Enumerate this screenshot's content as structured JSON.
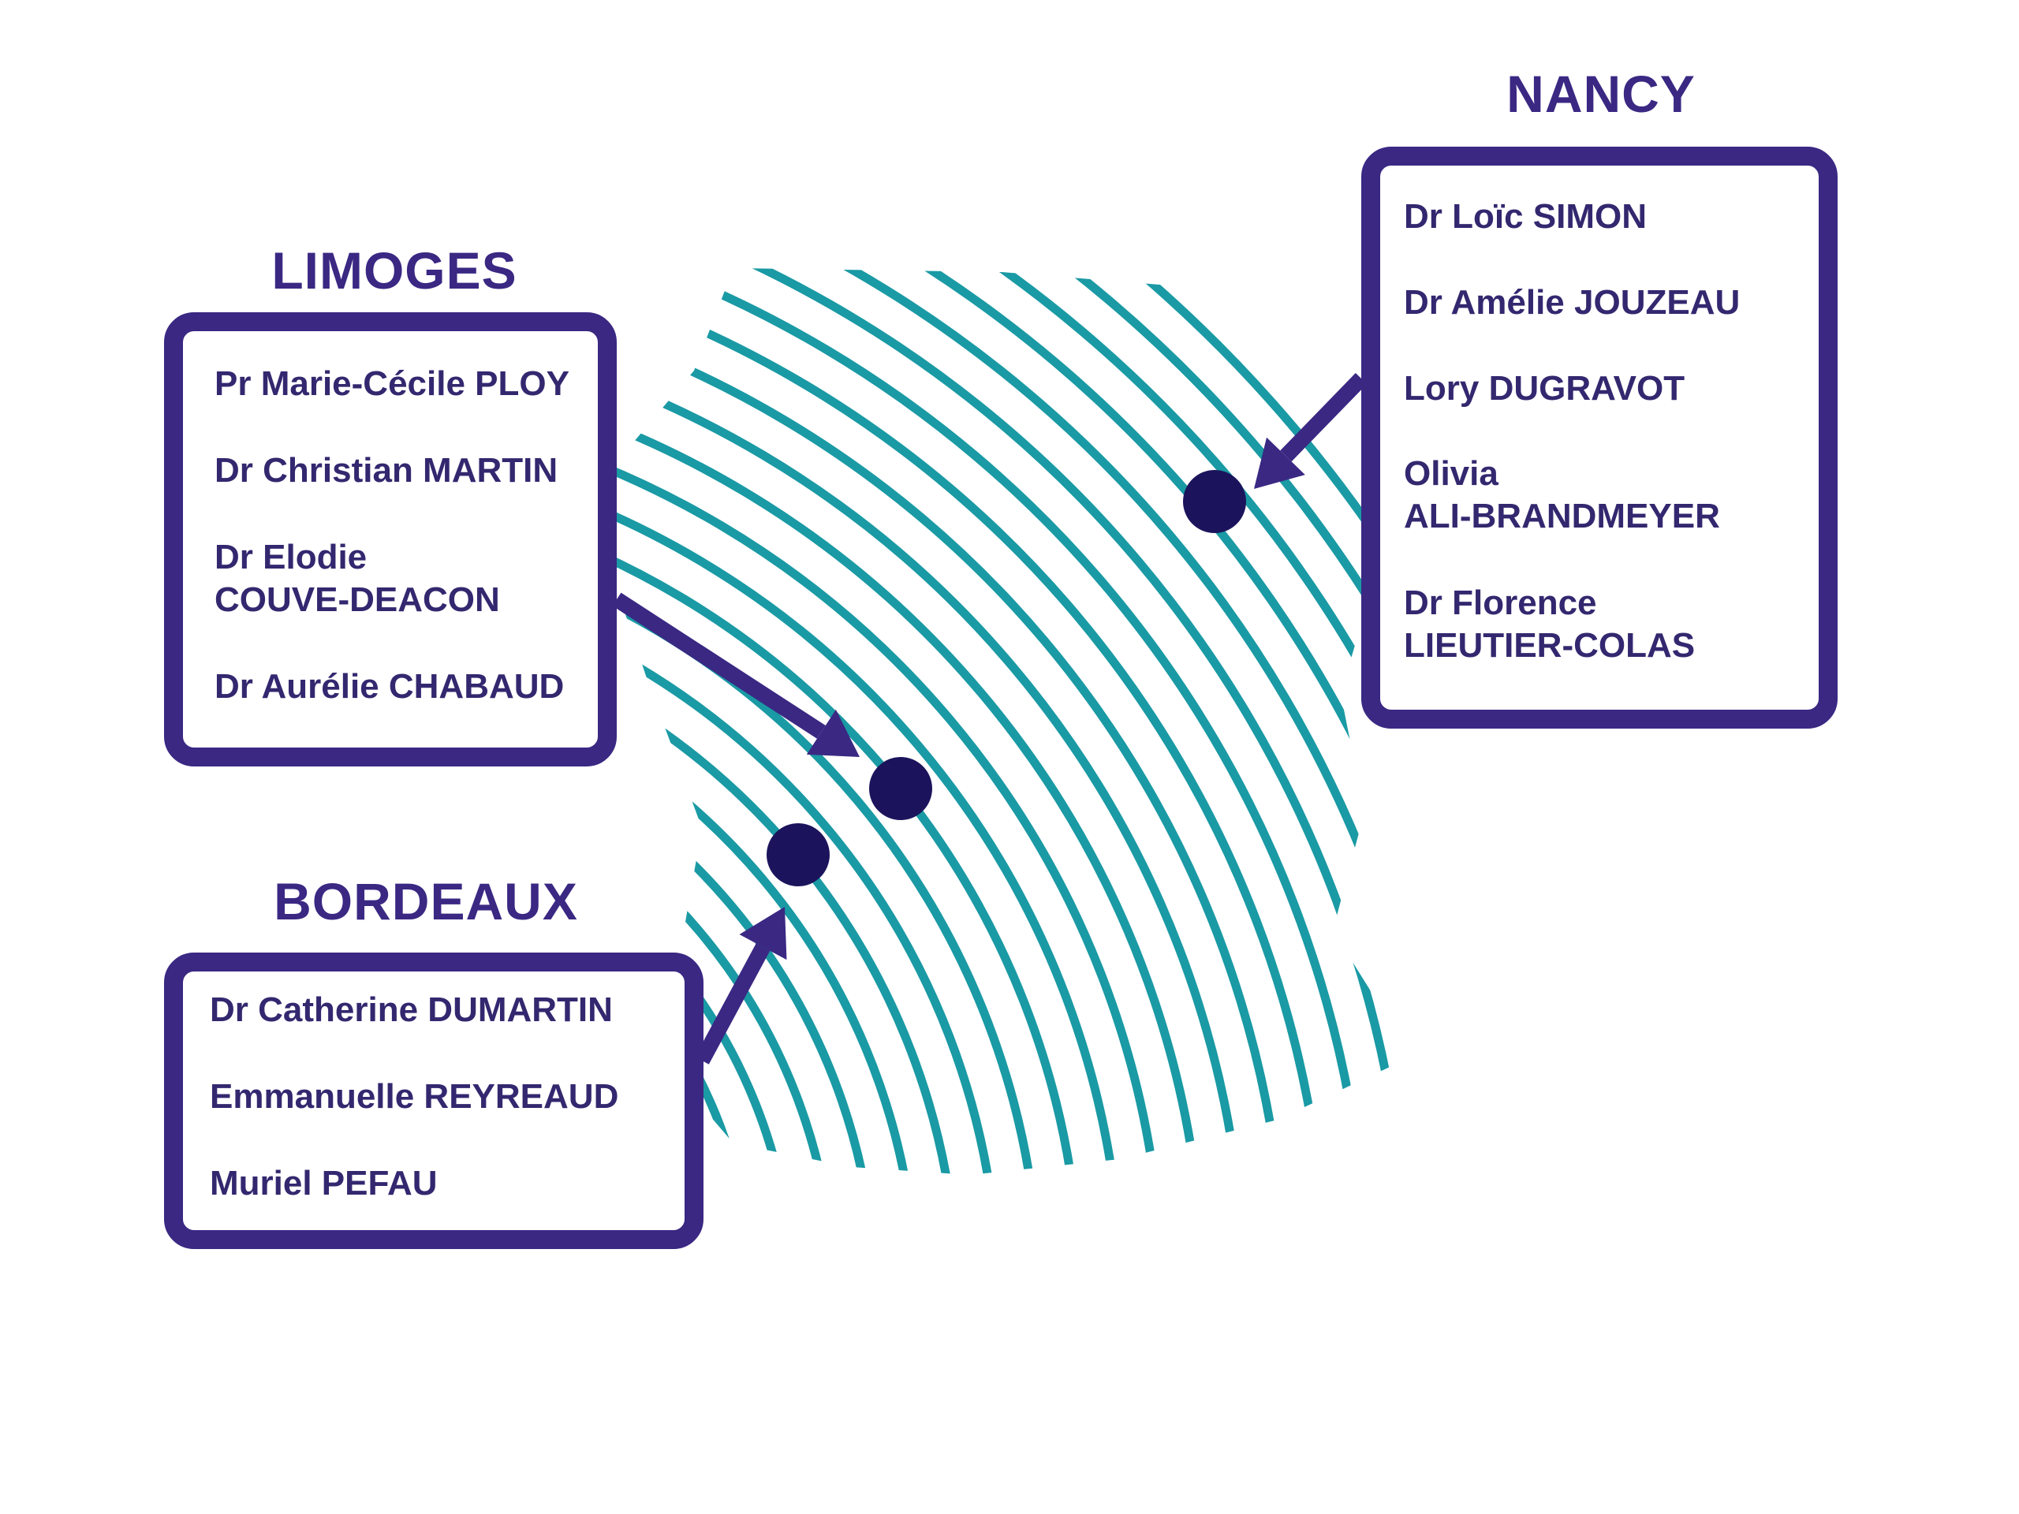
{
  "colors": {
    "brand_purple": "#3a2883",
    "text_purple": "#33286f",
    "stripe_teal": "#1a9aa4",
    "marker_navy": "#1b145c"
  },
  "cities": [
    {
      "title": "LIMOGES",
      "members": [
        "Pr Marie-Cécile PLOY",
        "Dr Christian MARTIN",
        "Dr Elodie\nCOUVE-DEACON",
        "Dr Aurélie CHABAUD"
      ]
    },
    {
      "title": "NANCY",
      "members": [
        "Dr Loïc SIMON",
        "Dr Amélie JOUZEAU",
        "Lory DUGRAVOT",
        "Olivia\nALI-BRANDMEYER",
        "Dr Florence\nLIEUTIER-COLAS"
      ]
    },
    {
      "title": "BORDEAUX",
      "members": [
        "Dr Catherine DUMARTIN",
        "Emmanuelle REYREAUD",
        "Muriel PEFAU"
      ]
    }
  ]
}
